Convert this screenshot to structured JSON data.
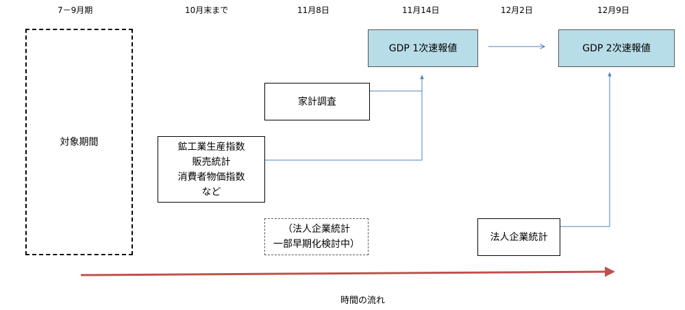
{
  "headers": [
    "7－9月期",
    "10月末まで",
    "11月8日",
    "11月14日",
    "12月2日",
    "12月9日"
  ],
  "boxes": {
    "target_period": "対象期間",
    "monthly_stats": [
      "鉱工業生産指数",
      "販売統計",
      "消費者物価指数",
      "など"
    ],
    "household_survey": "家計調査",
    "corp_survey_note": [
      "（法人企業統計",
      "一部早期化検討中）"
    ],
    "gdp_first": "GDP 1次速報値",
    "gdp_second": "GDP 2次速報値",
    "corp_survey": "法人企業統計"
  },
  "timeline_label": "時間の流れ",
  "colors": {
    "gdp_fill": "#b7dde8",
    "connector": "#4f81bd",
    "timeline_arrow": "#c0504d"
  }
}
